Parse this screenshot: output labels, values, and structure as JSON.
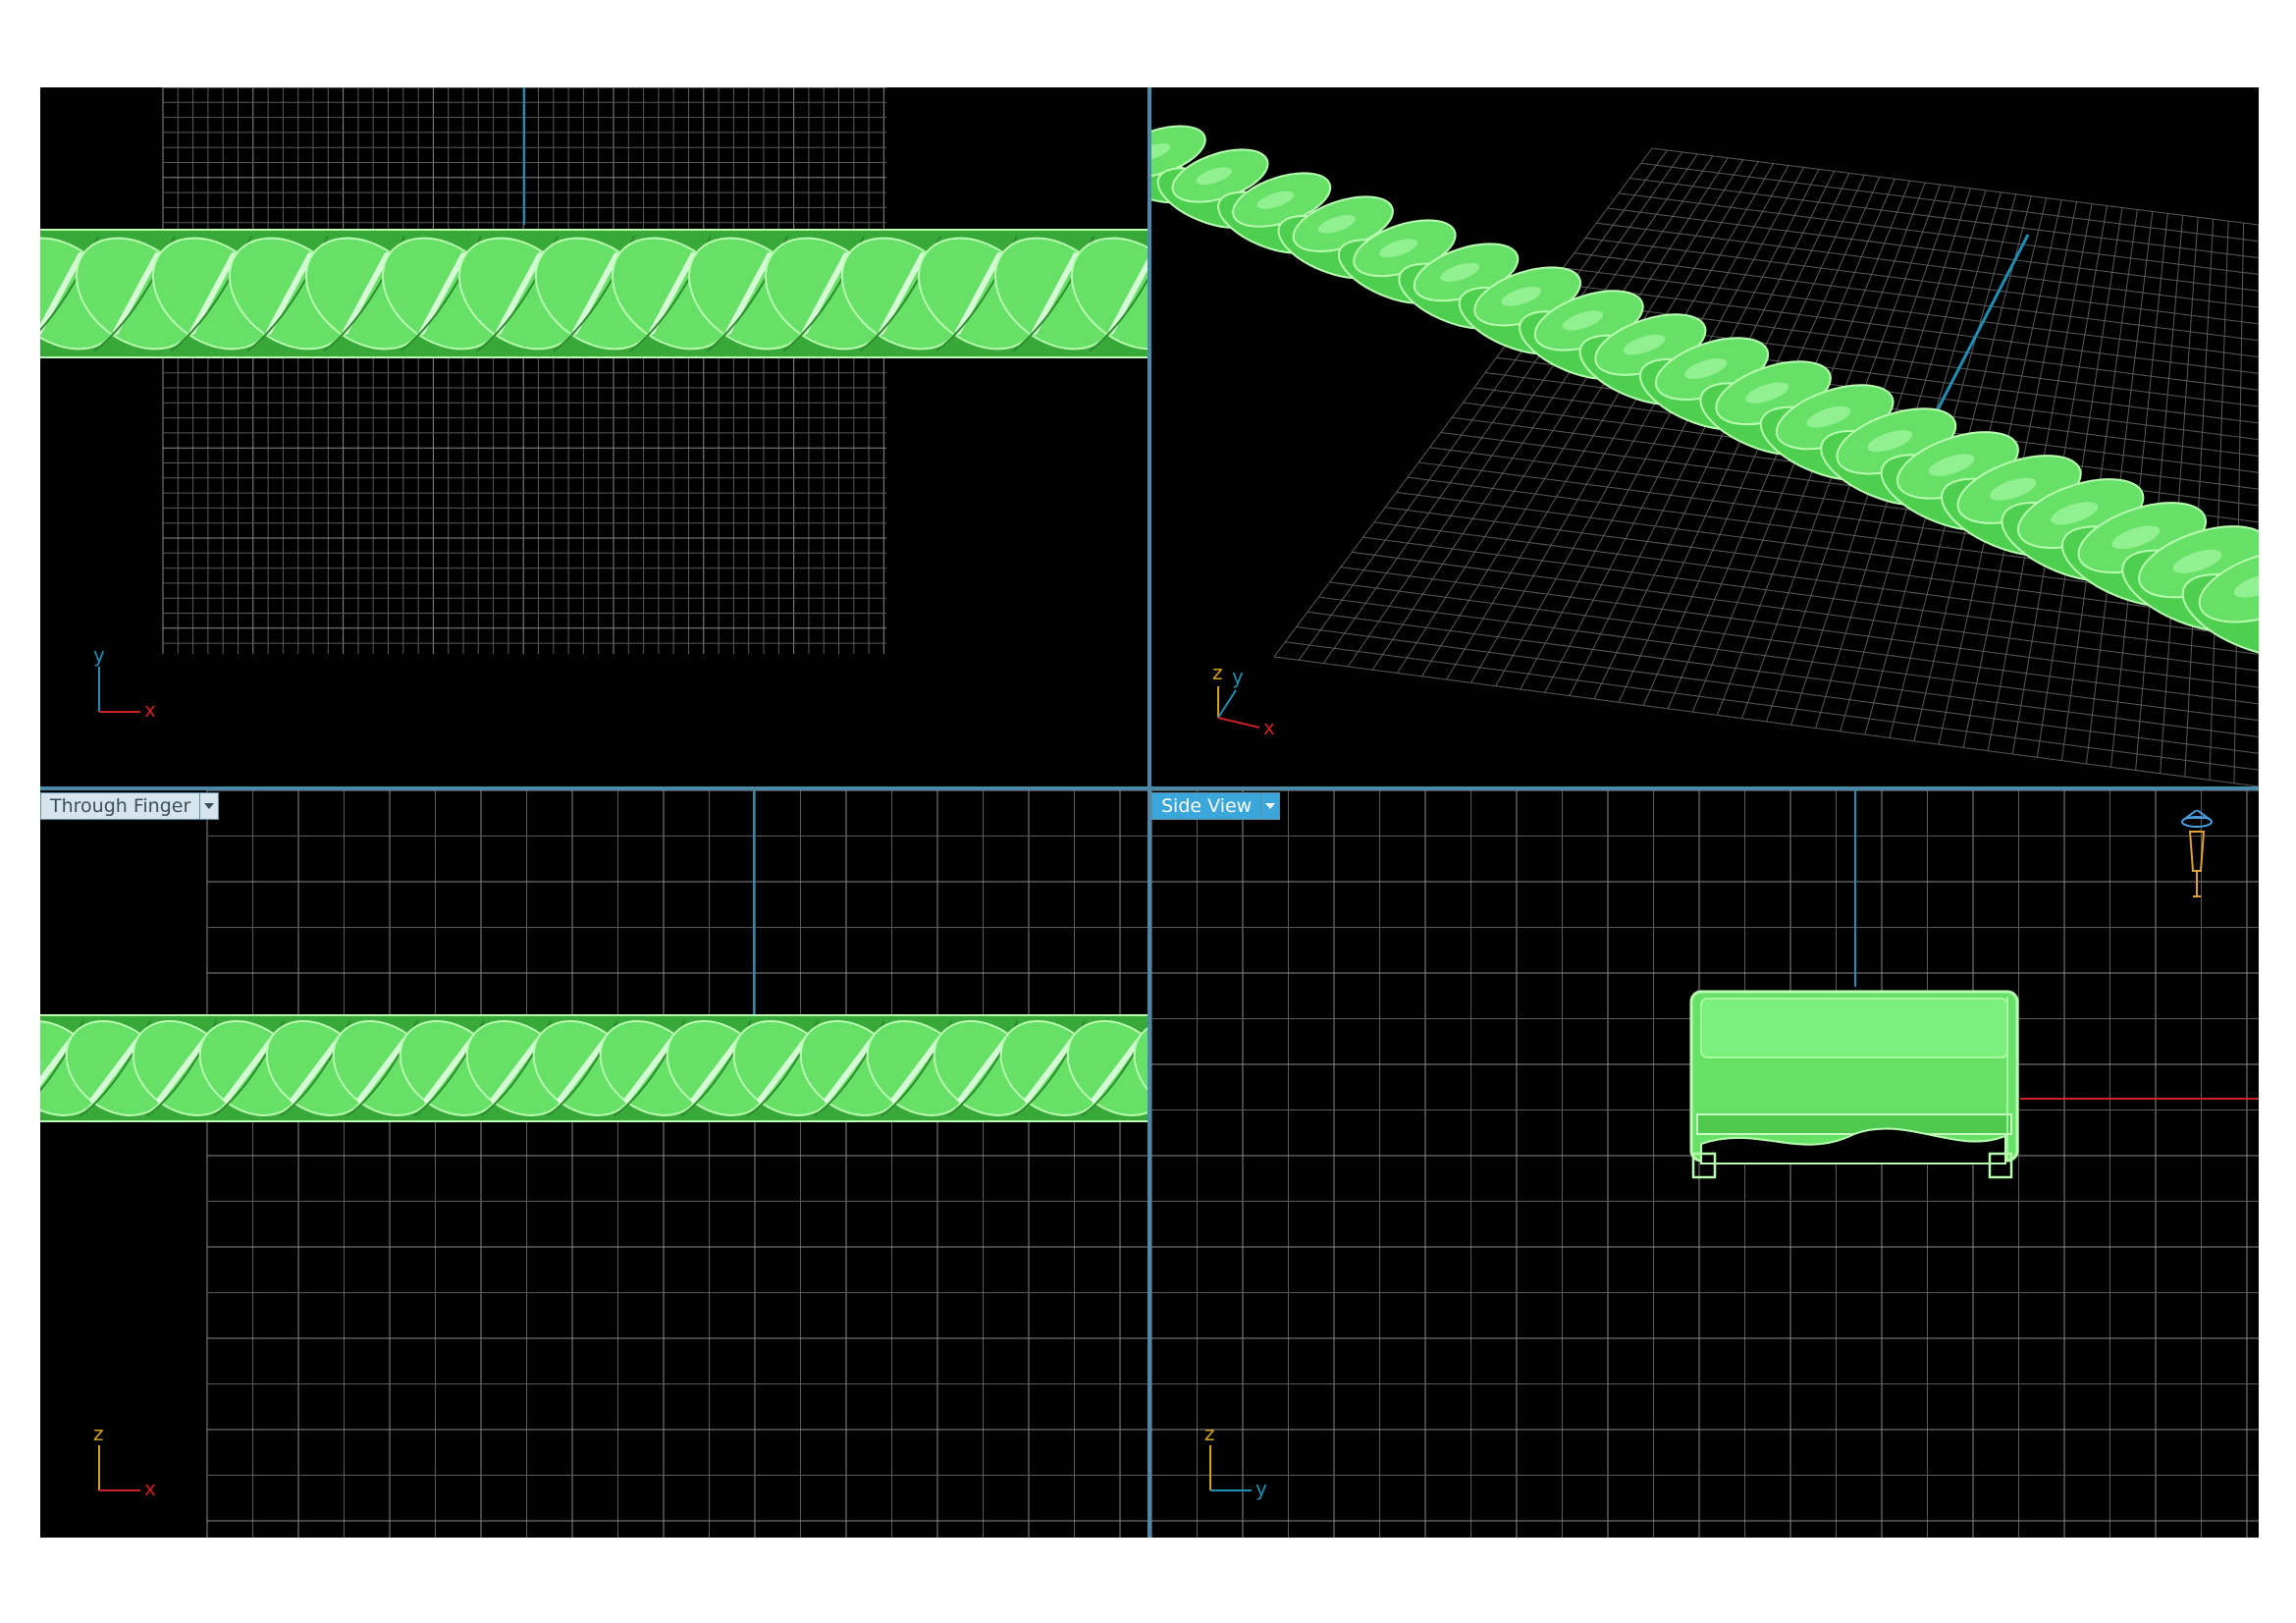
{
  "viewports": {
    "top": {
      "axes": {
        "horizontal": "x",
        "vertical": "y"
      }
    },
    "perspective": {
      "axes": {
        "z": "z",
        "y": "y",
        "x": "x"
      }
    },
    "front": {
      "label": "Through Finger",
      "axes": {
        "horizontal": "x",
        "vertical": "z"
      }
    },
    "side": {
      "label": "Side View",
      "axes": {
        "horizontal": "y",
        "vertical": "z"
      }
    }
  },
  "colors": {
    "background": "#000000",
    "grid": "#5a5a5a",
    "grid_major": "#8a8a8a",
    "axis_blue": "#1f8fb3",
    "axis_red": "#cc2222",
    "model_green": "#66e066",
    "model_edge": "#b8ffb0",
    "viewport_border": "#4a8aa8"
  },
  "icons": [
    "dropdown-arrow-icon",
    "camera-tripod-icon"
  ]
}
